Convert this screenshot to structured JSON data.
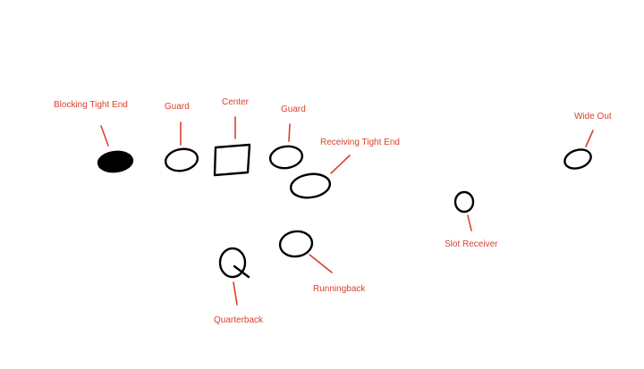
{
  "labels": {
    "blocking_tight_end": "Blocking Tight End",
    "guard_left": "Guard",
    "center": "Center",
    "guard_right": "Guard",
    "receiving_tight_end": "Receiving Tight End",
    "wide_out": "Wide Out",
    "slot_receiver": "Slot Receiver",
    "runningback": "Runningback",
    "quarterback": "Quarterback"
  },
  "colors": {
    "player_stroke": "#000000",
    "label_text": "#d9412c",
    "pointer_line": "#d9412c",
    "background": "#ffffff"
  }
}
